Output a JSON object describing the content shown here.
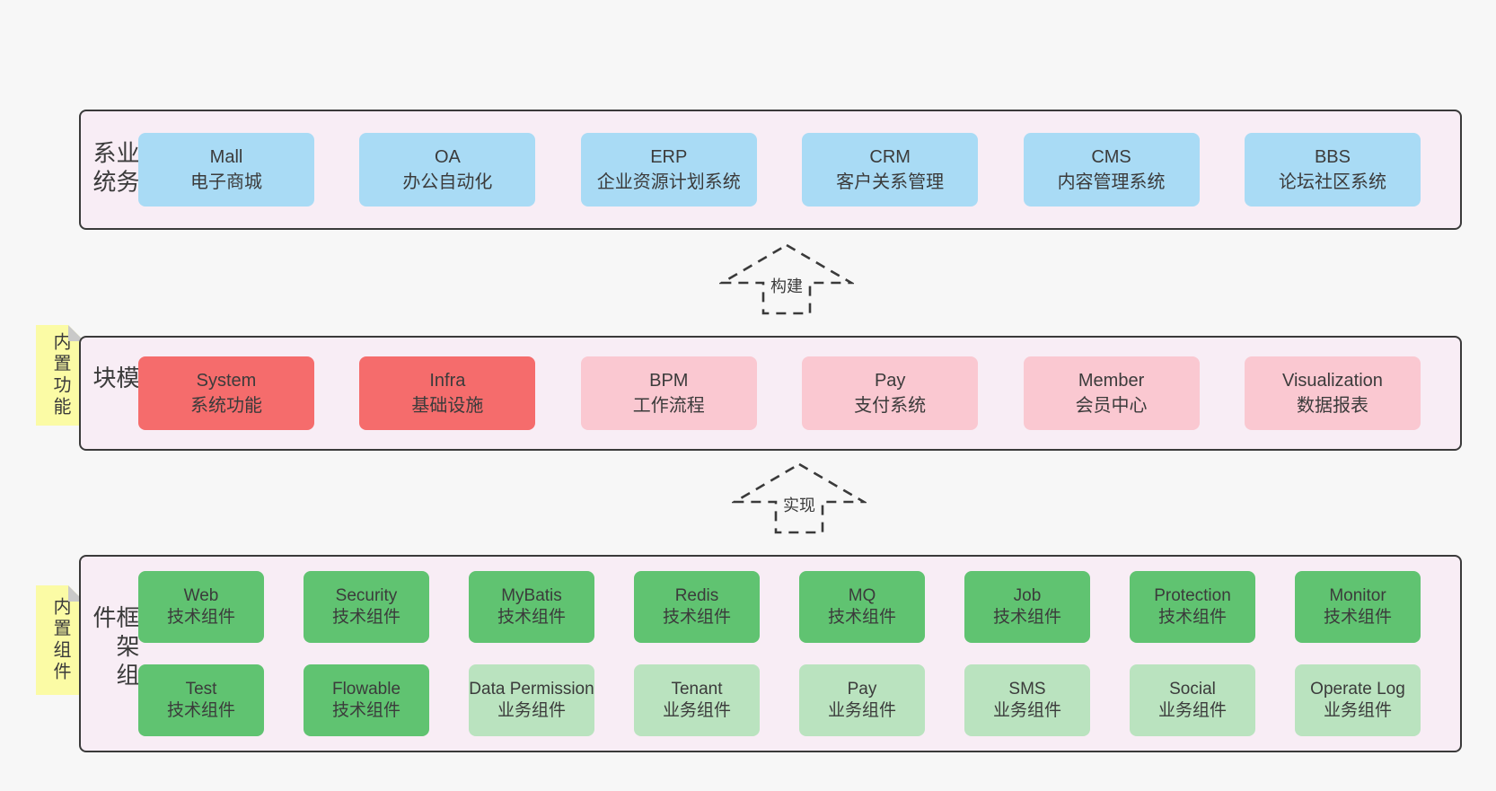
{
  "colors": {
    "page_bg": "#f7f7f7",
    "container_bg": "#f8edf5",
    "container_border": "#3a3a3a",
    "text": "#3b3b3b",
    "blue": "#a9dbf5",
    "red": "#f56c6c",
    "pink": "#fac8d1",
    "green": "#60c371",
    "lightgreen": "#bae3bf",
    "sticky_bg": "#fbfba5",
    "sticky_fold": "#c9c9c9",
    "arrow": "#3a3a3a",
    "page": "#f7f7f7"
  },
  "arrows": [
    {
      "label": "构建"
    },
    {
      "label": "实现"
    }
  ],
  "layers": {
    "business": {
      "label": "业务系统",
      "boxes": [
        {
          "title": "Mall",
          "subtitle": "电子商城",
          "variant": "blue"
        },
        {
          "title": "OA",
          "subtitle": "办公自动化",
          "variant": "blue"
        },
        {
          "title": "ERP",
          "subtitle": "企业资源计划系统",
          "variant": "blue"
        },
        {
          "title": "CRM",
          "subtitle": "客户关系管理",
          "variant": "blue"
        },
        {
          "title": "CMS",
          "subtitle": "内容管理系统",
          "variant": "blue"
        },
        {
          "title": "BBS",
          "subtitle": "论坛社区系统",
          "variant": "blue"
        }
      ]
    },
    "modules": {
      "label": "通用模块",
      "sticky": "内置功能",
      "boxes": [
        {
          "title": "System",
          "subtitle": "系统功能",
          "variant": "red"
        },
        {
          "title": "Infra",
          "subtitle": "基础设施",
          "variant": "red"
        },
        {
          "title": "BPM",
          "subtitle": "工作流程",
          "variant": "pink"
        },
        {
          "title": "Pay",
          "subtitle": "支付系统",
          "variant": "pink"
        },
        {
          "title": "Member",
          "subtitle": "会员中心",
          "variant": "pink"
        },
        {
          "title": "Visualization",
          "subtitle": "数据报表",
          "variant": "pink"
        }
      ]
    },
    "components": {
      "label": "框架组件",
      "sticky": "内置组件",
      "row1": [
        {
          "title": "Web",
          "subtitle": "技术组件",
          "variant": "green"
        },
        {
          "title": "Security",
          "subtitle": "技术组件",
          "variant": "green"
        },
        {
          "title": "MyBatis",
          "subtitle": "技术组件",
          "variant": "green"
        },
        {
          "title": "Redis",
          "subtitle": "技术组件",
          "variant": "green"
        },
        {
          "title": "MQ",
          "subtitle": "技术组件",
          "variant": "green"
        },
        {
          "title": "Job",
          "subtitle": "技术组件",
          "variant": "green"
        },
        {
          "title": "Protection",
          "subtitle": "技术组件",
          "variant": "green"
        },
        {
          "title": "Monitor",
          "subtitle": "技术组件",
          "variant": "green"
        }
      ],
      "row2": [
        {
          "title": "Test",
          "subtitle": "技术组件",
          "variant": "green"
        },
        {
          "title": "Flowable",
          "subtitle": "技术组件",
          "variant": "green"
        },
        {
          "title": "Data Permission",
          "subtitle": "业务组件",
          "variant": "lightgreen"
        },
        {
          "title": "Tenant",
          "subtitle": "业务组件",
          "variant": "lightgreen"
        },
        {
          "title": "Pay",
          "subtitle": "业务组件",
          "variant": "lightgreen"
        },
        {
          "title": "SMS",
          "subtitle": "业务组件",
          "variant": "lightgreen"
        },
        {
          "title": "Social",
          "subtitle": "业务组件",
          "variant": "lightgreen"
        },
        {
          "title": "Operate Log",
          "subtitle": "业务组件",
          "variant": "lightgreen"
        }
      ]
    }
  }
}
